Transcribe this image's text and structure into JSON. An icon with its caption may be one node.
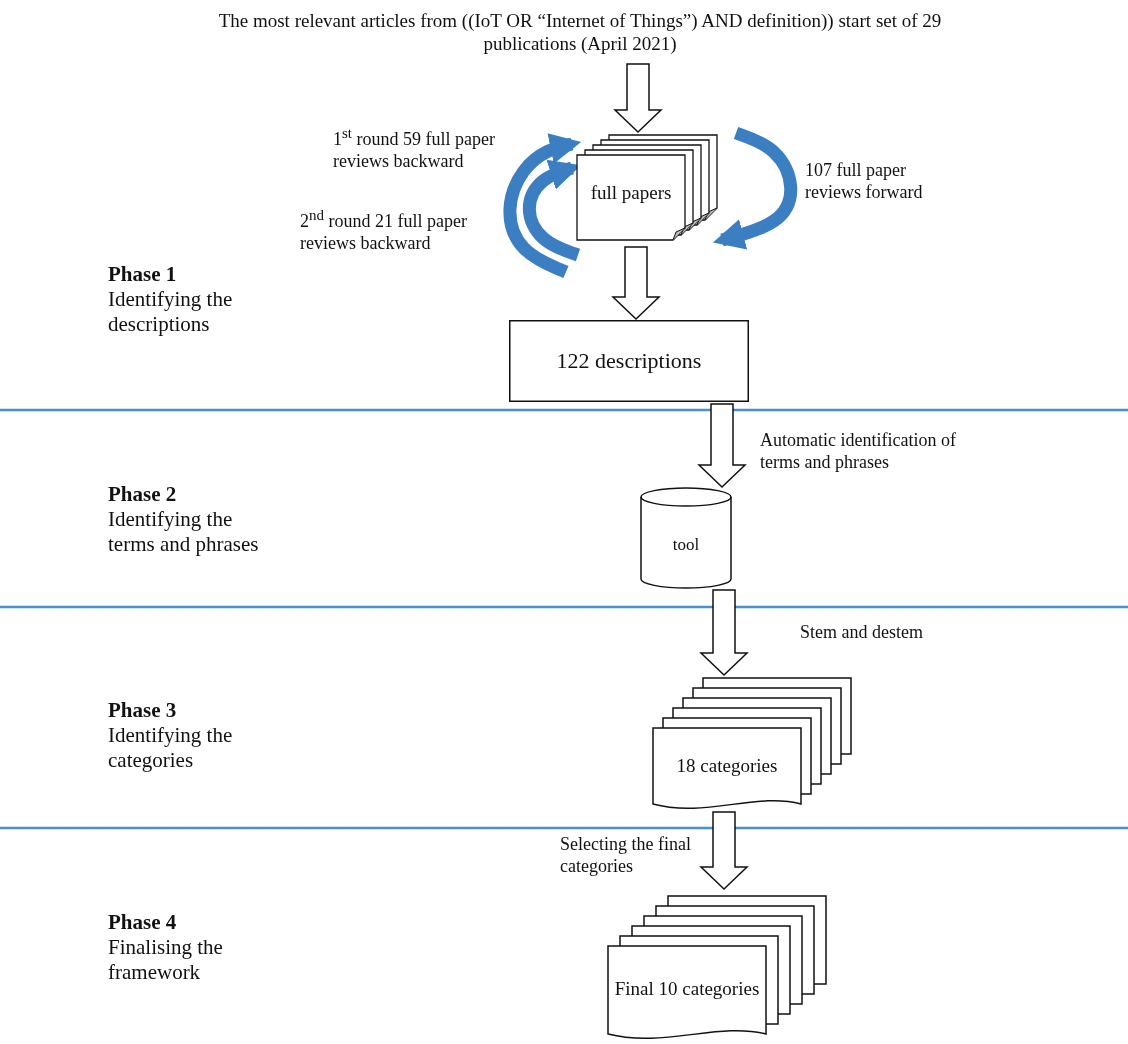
{
  "diagram": {
    "nodes": [
      {
        "text": [
          "The most relevant articles from ((IoT OR “Internet of Things”) AND definition)) start set of 29 publications (April 2021)"
        ]
      },
      {
        "text": [
          "full papers"
        ]
      },
      {
        "text": [
          "122 descriptions"
        ]
      },
      {
        "text": [
          "tool"
        ]
      },
      {
        "text": [
          "18 categories"
        ]
      },
      {
        "text": [
          "Final 10 categories"
        ]
      }
    ],
    "edges": [
      {
        "from": 0,
        "to": 1,
        "arrow": "to"
      },
      {
        "from": 1,
        "to": 2,
        "arrow": "to"
      },
      {
        "from": 2,
        "to": 3,
        "arrow": "to",
        "label": "Automatic identification of terms and phrases"
      },
      {
        "from": 3,
        "to": 4,
        "arrow": "to",
        "label": "Stem and destem"
      },
      {
        "from": 4,
        "to": 5,
        "arrow": "to",
        "label": "Selecting the final categories"
      },
      {
        "from": null,
        "to": 1,
        "arrow": "to",
        "label": "1$^{st}$ round 59 full paper reviews backward",
        "color": "#3b7fc2"
      },
      {
        "from": null,
        "to": 1,
        "arrow": "to",
        "label": "2$^{nd}$ round 21 full paper reviews backward",
        "color": "#3b7fc2"
      },
      {
        "from": null,
        "to": 1,
        "arrow": "to",
        "label": "107 full paper reviews forward",
        "color": "#3b7fc2"
      }
    ],
    "labels": [
      "Phase 1",
      "Identifying the descriptions",
      "Phase 2",
      "Identifying the terms and phrases",
      "Phase 3",
      "Identifying the categories",
      "Phase 4",
      "Finalising the framework"
    ]
  }
}
